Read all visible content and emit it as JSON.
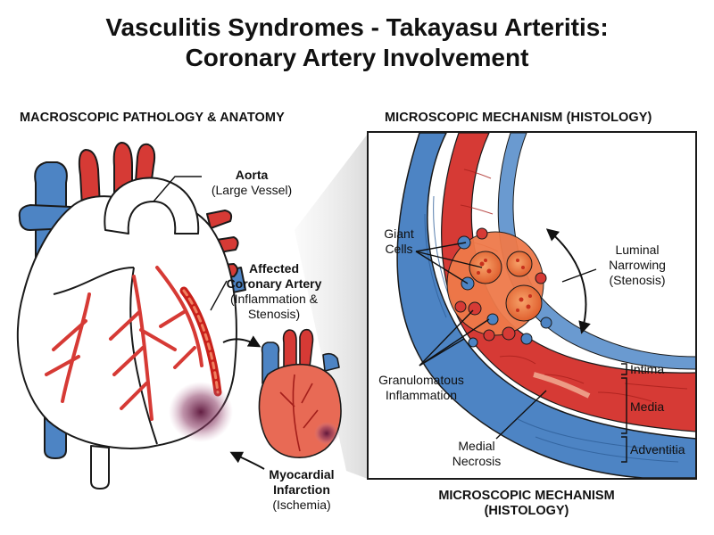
{
  "title": {
    "line1": "Vasculitis Syndromes - Takayasu Arteritis:",
    "line2": "Coronary Artery Involvement"
  },
  "sections": {
    "left_heading": "MACROSCOPIC PATHOLOGY & ANATOMY",
    "right_heading": "MICROSCOPIC MECHANISM (HISTOLOGY)",
    "bottom_heading_line1": "MICROSCOPIC MECHANISM",
    "bottom_heading_line2": "(HISTOLOGY)"
  },
  "macro_labels": {
    "aorta_title": "Aorta",
    "aorta_sub": "(Large Vessel)",
    "coronary_title1": "Affected",
    "coronary_title2": "Coronary Artery",
    "coronary_sub1": "(Inflammation &",
    "coronary_sub2": "Stenosis)",
    "mi_title1": "Myocardial",
    "mi_title2": "Infarction",
    "mi_sub": "(Ischemia)"
  },
  "micro_labels": {
    "giant1": "Giant",
    "giant2": "Cells",
    "lumen1": "Luminal",
    "lumen2": "Narrowing",
    "lumen3": "(Stenosis)",
    "gran1": "Granulomatous",
    "gran2": "Inflammation",
    "necrosis1": "Medial",
    "necrosis2": "Necrosis",
    "intima": "Intima",
    "media": "Media",
    "adventitia": "Adventitia"
  },
  "colors": {
    "artery_red": "#d63a35",
    "vein_blue": "#4d84c4",
    "infarct_purple": "#6e1f45",
    "outline": "#1a1a1a"
  },
  "icons": [
    "heart-illustration",
    "small-heart-illustration",
    "artery-cross-section",
    "zoom-callout"
  ]
}
